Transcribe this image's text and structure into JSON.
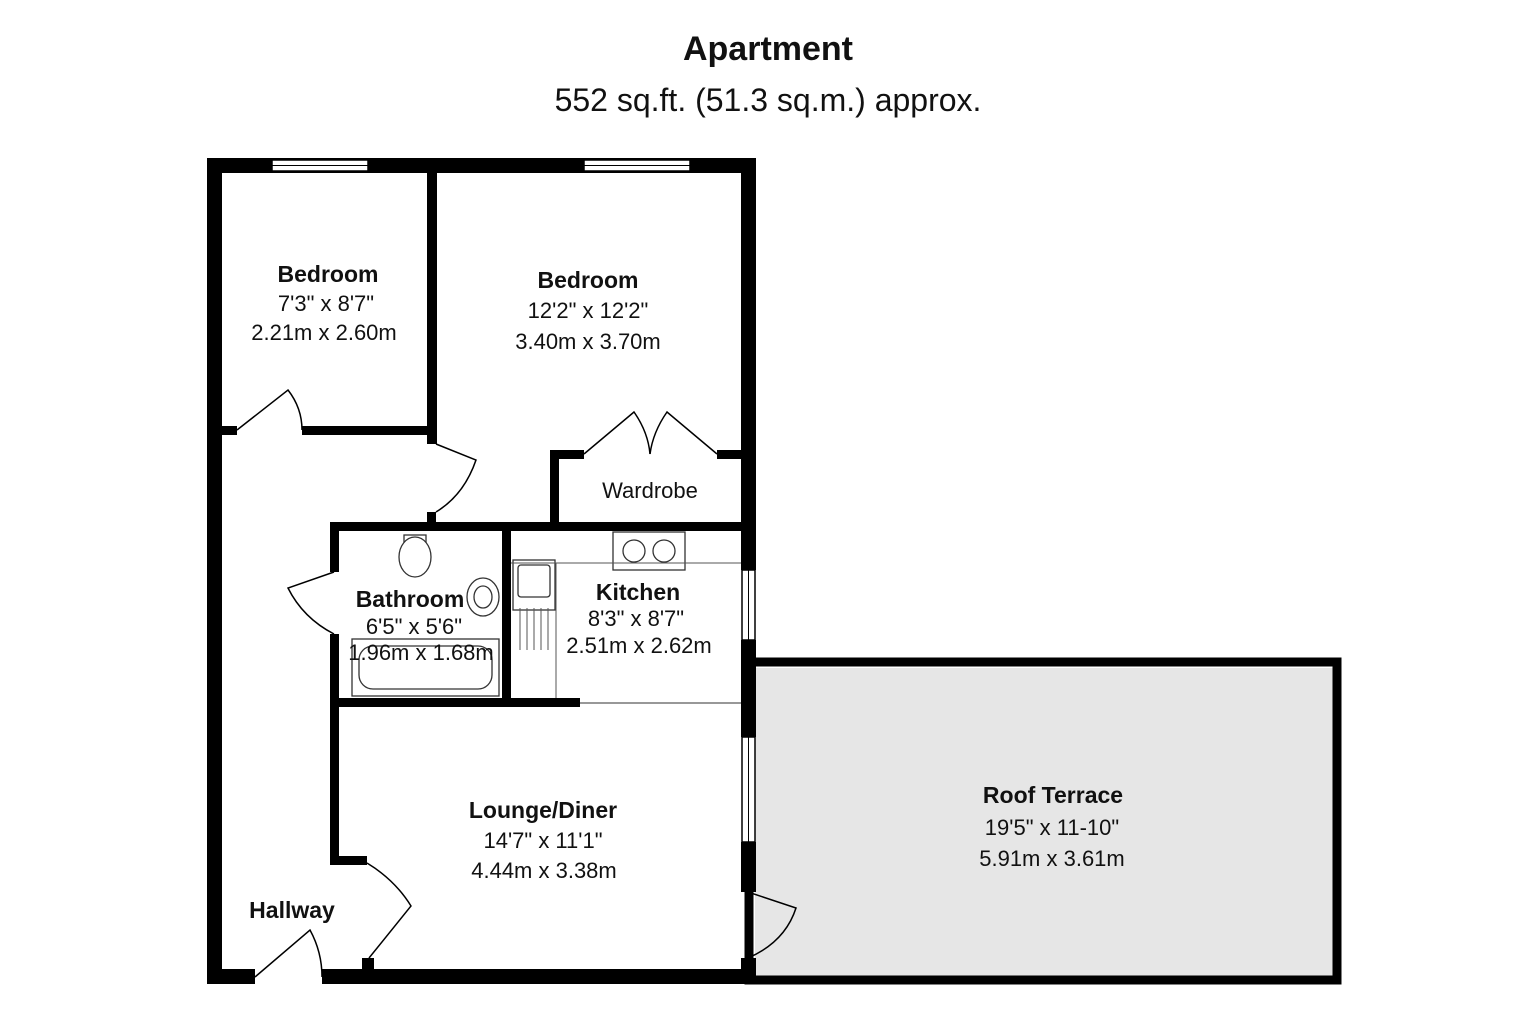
{
  "title": "Apartment",
  "area": "552 sq.ft. (51.3 sq.m.) approx.",
  "rooms": {
    "bedroom1": {
      "name": "Bedroom",
      "imperial": "7'3\" x 8'7\"",
      "metric": "2.21m x 2.60m"
    },
    "bedroom2": {
      "name": "Bedroom",
      "imperial": "12'2\" x 12'2\"",
      "metric": "3.40m x 3.70m"
    },
    "wardrobe": {
      "name": "Wardrobe"
    },
    "bathroom": {
      "name": "Bathroom",
      "imperial": "6'5\" x 5'6\"",
      "metric": "1.96m x 1.68m"
    },
    "kitchen": {
      "name": "Kitchen",
      "imperial": "8'3\" x 8'7\"",
      "metric": "2.51m x 2.62m"
    },
    "lounge": {
      "name": "Lounge/Diner",
      "imperial": "14'7\" x 11'1\"",
      "metric": "4.44m x 3.38m"
    },
    "terrace": {
      "name": "Roof Terrace",
      "imperial": "19'5\" x 11-10\"",
      "metric": "5.91m x 3.61m"
    },
    "hallway": {
      "name": "Hallway"
    }
  },
  "colors": {
    "wall": "#000000",
    "terrace_fill": "#e6e6e6",
    "background": "#ffffff"
  }
}
